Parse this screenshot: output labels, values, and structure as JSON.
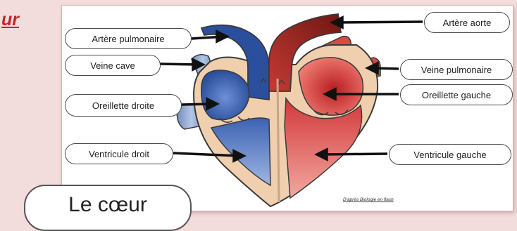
{
  "page": {
    "corner_title": "ur",
    "caption": "Le cœur",
    "credit": "D'après Biologie en flash"
  },
  "labels": {
    "artere_pulmonaire": "Artère pulmonaire",
    "veine_cave": "Veine cave",
    "oreillette_droite": "Oreillette droite",
    "ventricule_droit": "Ventricule droit",
    "artere_aorte": "Artère aorte",
    "veine_pulmonaire": "Veine pulmonaire",
    "oreillette_gauche": "Oreillette gauche",
    "ventricule_gauche": "Ventricule gauche"
  },
  "colors": {
    "background": "#f3dcdc",
    "title": "#c0272d",
    "oxygenated_red": "#d2383a",
    "deoxygenated_blue": "#2a4f9c",
    "myocardium_tan": "#f0cfae",
    "vein_steel": "#8aa2c8"
  }
}
